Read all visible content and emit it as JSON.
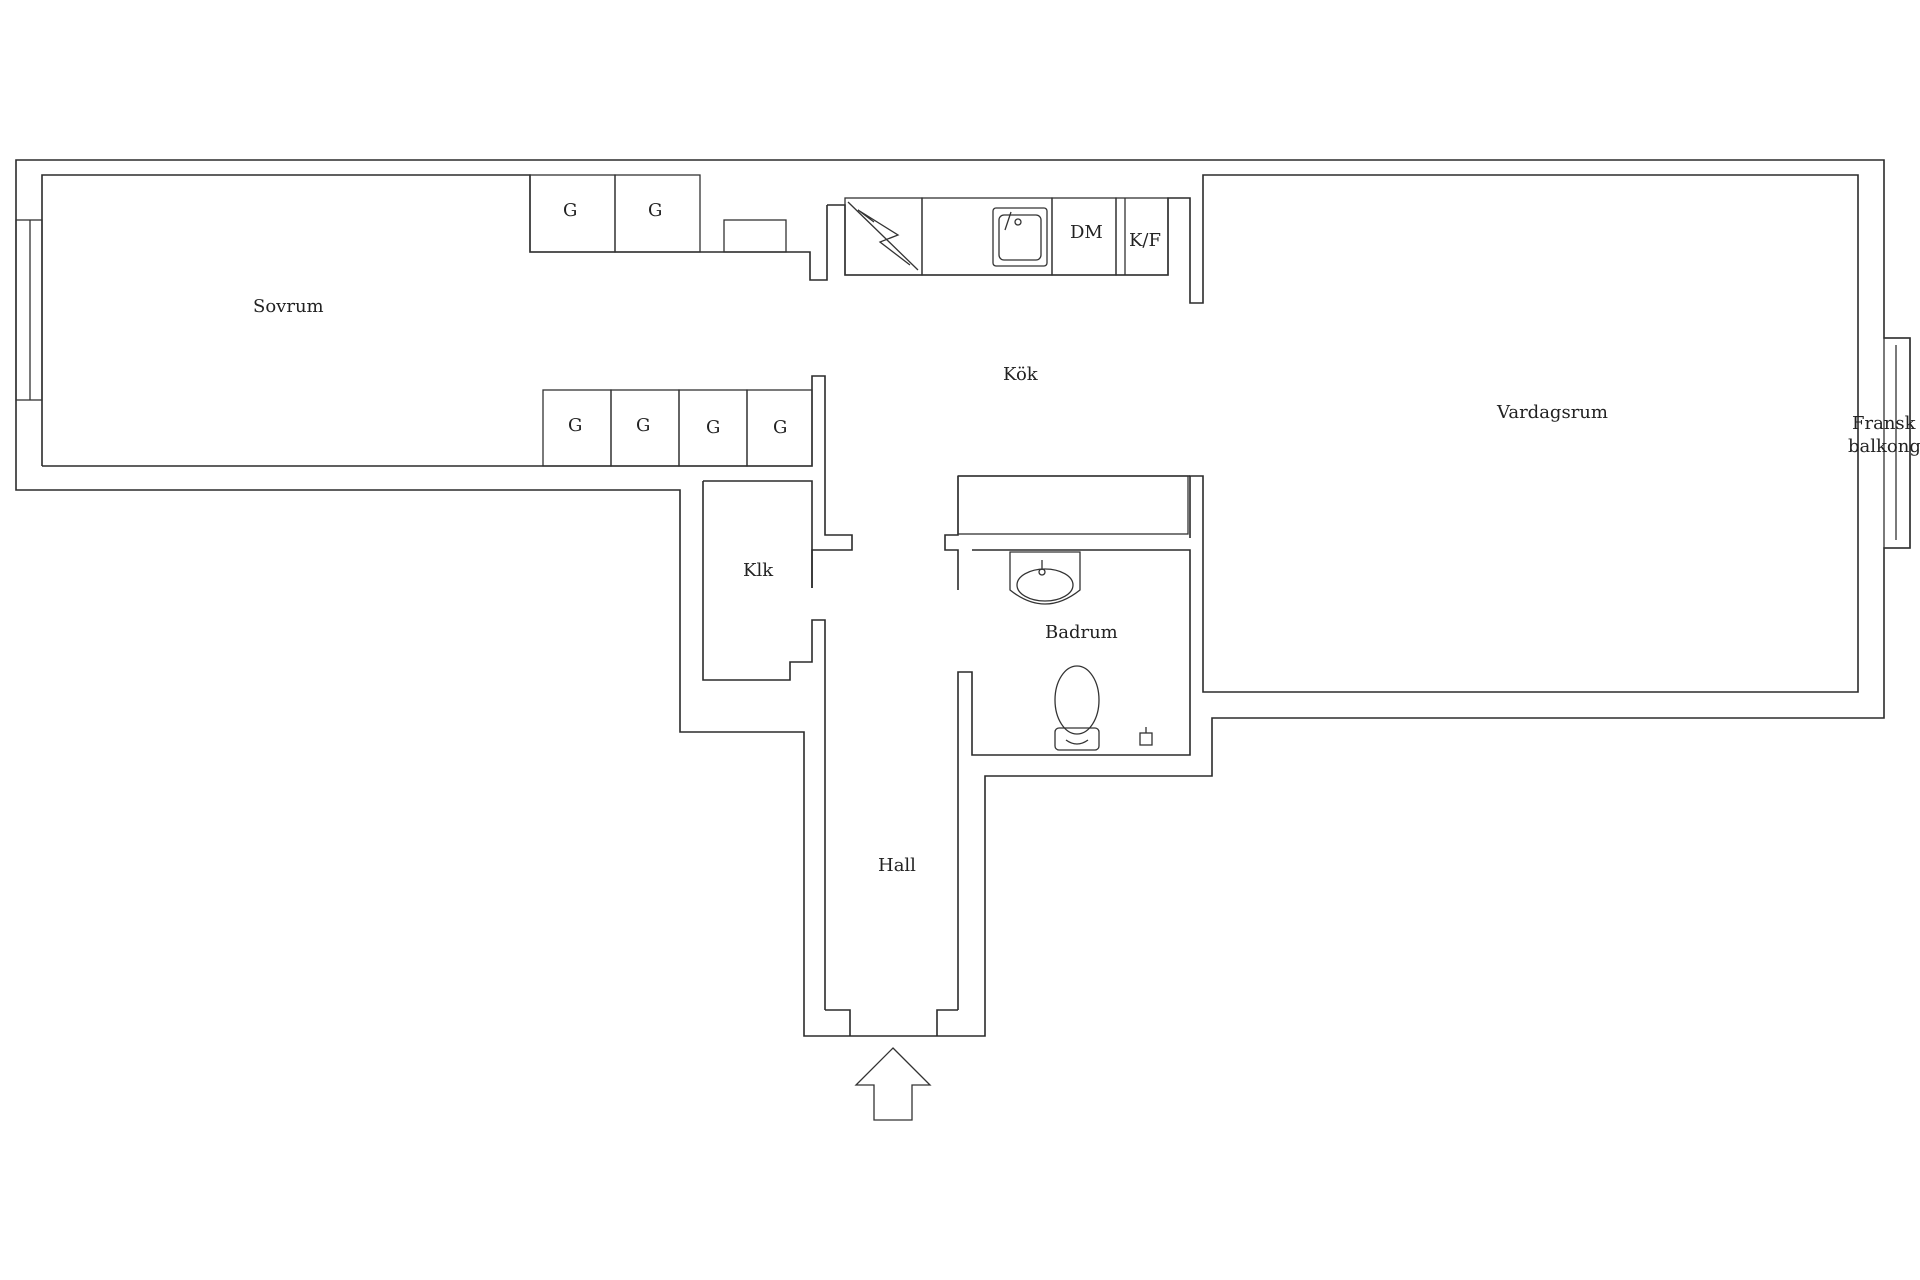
{
  "rooms": {
    "sovrum": "Sovrum",
    "kok": "Kök",
    "vardagsrum": "Vardagsrum",
    "fransk_balkong_line1": "Fransk",
    "fransk_balkong_line2": "balkong",
    "klk": "Klk",
    "badrum": "Badrum",
    "hall": "Hall"
  },
  "fixtures": {
    "wardrobe_label": "G",
    "dishwasher": "DM",
    "fridge_freezer": "K/F"
  },
  "colors": {
    "wall": "#2b2b2b",
    "background": "#ffffff"
  },
  "icons": {
    "stove": "stove-icon",
    "kitchen_sink": "sink-icon",
    "washbasin": "washbasin-icon",
    "toilet": "toilet-icon",
    "toilet_brush": "toilet-brush-icon",
    "entrance": "entrance-arrow-icon"
  }
}
